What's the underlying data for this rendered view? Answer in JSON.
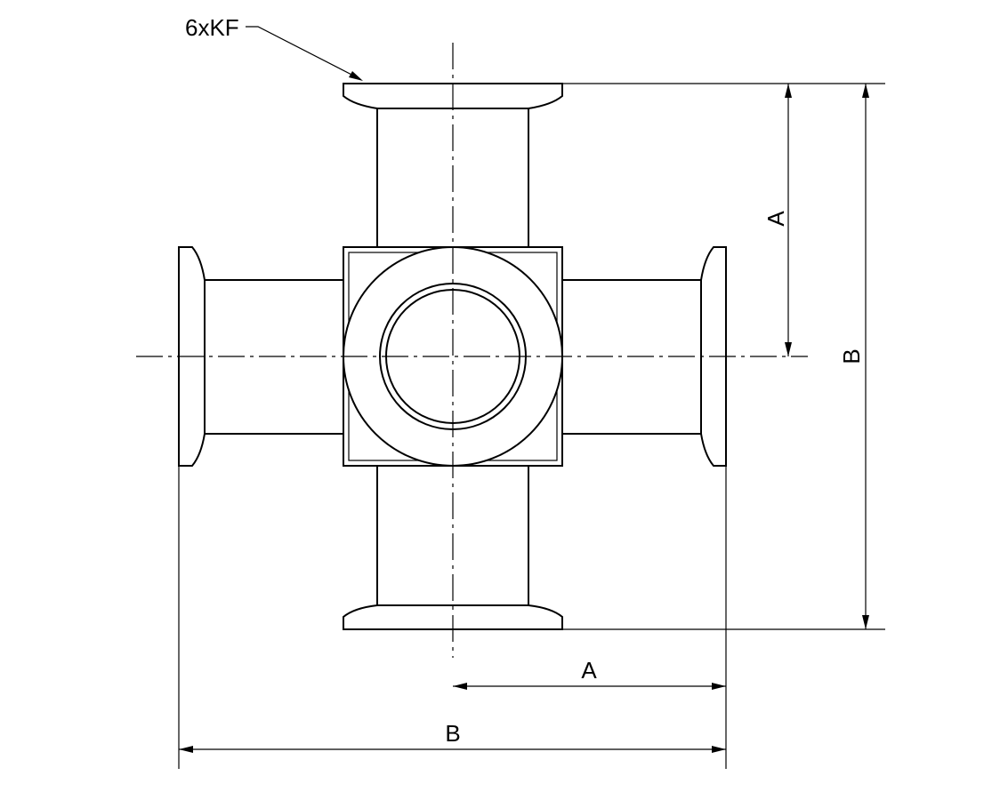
{
  "drawing": {
    "callout": "6xKF",
    "dim_a_horizontal": "A",
    "dim_b_horizontal": "B",
    "dim_a_vertical": "A",
    "dim_b_vertical": "B"
  },
  "colors": {
    "line": "#000000",
    "background": "#ffffff"
  }
}
